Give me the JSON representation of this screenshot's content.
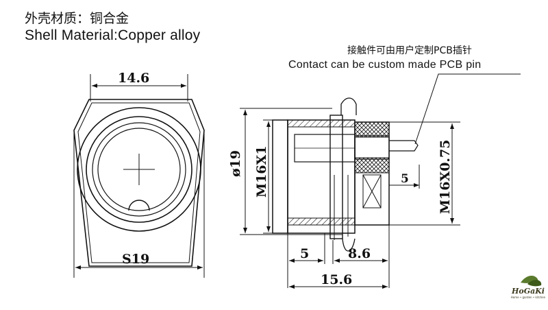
{
  "header": {
    "title_cn": "外壳材质：铜合金",
    "title_en": "Shell Material:Copper alloy"
  },
  "note": {
    "cn": "接触件可由用户定制PCB插针",
    "en": "Contact can be custom made PCB pin"
  },
  "front_view": {
    "dim_top": "14.6",
    "dim_bottom": "S19"
  },
  "side_view": {
    "dim_diameter": "ø19",
    "dim_thread_left": "M16X1",
    "dim_thread_right": "M16X0.75",
    "dim_small": "5",
    "dim_bottom_a": "5",
    "dim_bottom_b": "8.6",
    "dim_total": "15.6"
  },
  "logo": {
    "name": "HoGaKi",
    "tagline": "Home • garden • kitchen"
  }
}
